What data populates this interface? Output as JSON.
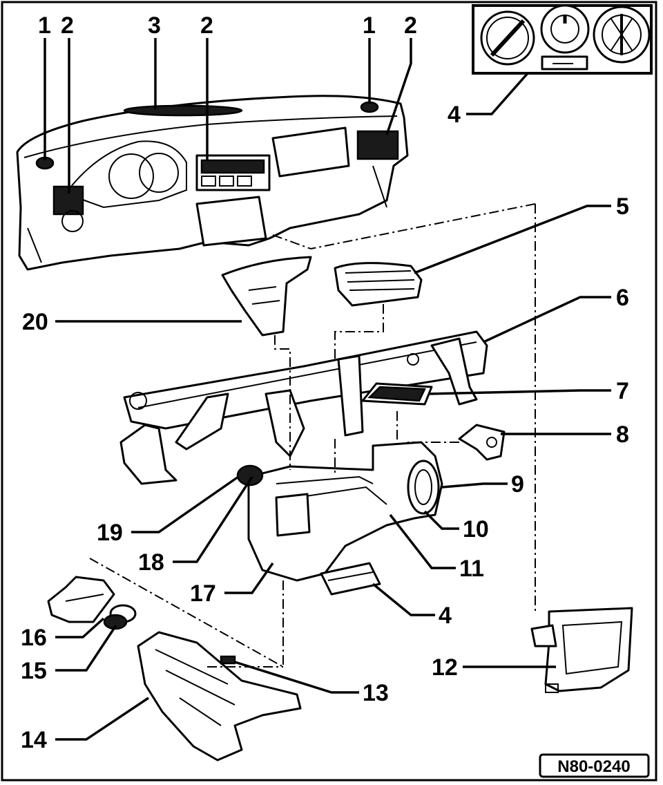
{
  "callouts": {
    "c1a": "1",
    "c2a": "2",
    "c3": "3",
    "c2b": "2",
    "c1b": "1",
    "c2c": "2",
    "c4a": "4",
    "c5": "5",
    "c20": "20",
    "c6": "6",
    "c7": "7",
    "c8": "8",
    "c9": "9",
    "c10": "10",
    "c11": "11",
    "c19": "19",
    "c18": "18",
    "c17": "17",
    "c4b": "4",
    "c16": "16",
    "c15": "15",
    "c12": "12",
    "c13": "13",
    "c14": "14"
  },
  "reference_code": "N80-0240"
}
